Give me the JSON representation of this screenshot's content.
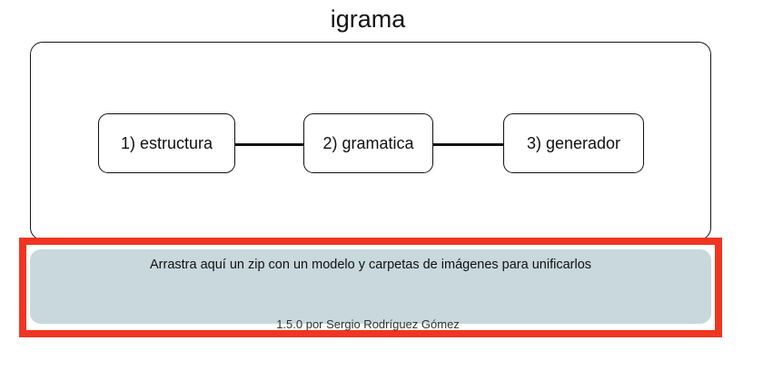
{
  "app": {
    "title": "igrama"
  },
  "diagram": {
    "steps": [
      {
        "label": "1) estructura"
      },
      {
        "label": "2) gramatica"
      },
      {
        "label": "3) generador"
      }
    ]
  },
  "dropzone": {
    "message": "Arrastra aquí un zip con un modelo y carpetas de imágenes para unificarlos",
    "background_color": "#c8d8dc",
    "highlight_color": "#f03523"
  },
  "footer": {
    "credit": "1.5.0 por Sergio Rodríguez Gómez"
  }
}
